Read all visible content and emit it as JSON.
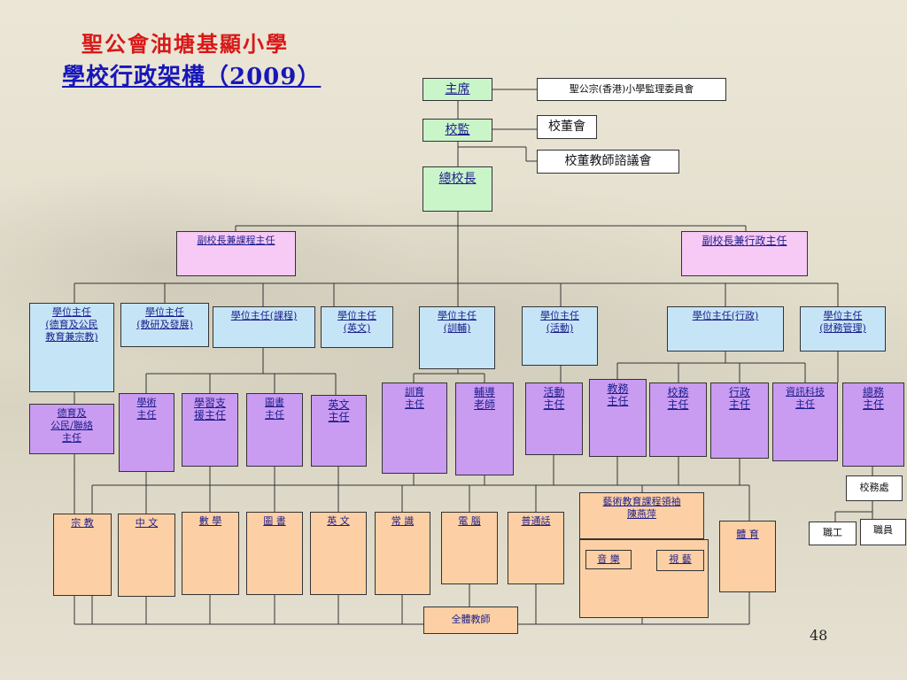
{
  "header": {
    "school_name": "聖公會油塘基顯小學",
    "chart_title": "學校行政架構（2009）"
  },
  "nodes": {
    "chairman": "主席",
    "supervisor_committee": "聖公宗(香港)小學監理委員會",
    "supervisor": "校監",
    "board": "校董會",
    "board_teacher_council": "校董教師諮議會",
    "principal": "總校長",
    "vp_curriculum": "副校長兼課程主任",
    "vp_admin": "副校長兼行政主任",
    "sub_moral": [
      "學位主任",
      "(德育及公民",
      "教育兼宗教)"
    ],
    "sub_research": [
      "學位主任",
      "(教研及發展)"
    ],
    "sub_curriculum": "學位主任(課程)",
    "sub_english": [
      "學位主任",
      "(英文)"
    ],
    "sub_guidance": [
      "學位主任",
      "(訓輔)"
    ],
    "sub_activity": [
      "學位主任",
      "(活動)"
    ],
    "sub_admin": "學位主任(行政)",
    "sub_finance": [
      "學位主任",
      "(財務管理)"
    ],
    "head_moral": [
      "德育及",
      "公民/聯絡",
      "主任"
    ],
    "head_academic": [
      "學術",
      "主任"
    ],
    "head_support": [
      "學習支",
      "援主任"
    ],
    "head_library": [
      "圖書",
      "主任"
    ],
    "head_english": [
      "英文",
      "主任"
    ],
    "head_discipline": [
      "訓育",
      "主任"
    ],
    "head_counsel": [
      "輔導",
      "老師"
    ],
    "head_activity": [
      "活動",
      "主任"
    ],
    "head_academic_affairs": [
      "教務",
      "主任"
    ],
    "head_school_affairs": [
      "校務",
      "主任"
    ],
    "head_administration": [
      "行政",
      "主任"
    ],
    "head_it": [
      "資訊科技",
      "主任"
    ],
    "head_general": [
      "總務",
      "主任"
    ],
    "school_office": "校務處",
    "worker": "職工",
    "clerk": "職員",
    "subj_religion": "宗 教",
    "subj_chinese": "中 文",
    "subj_math": "數 學",
    "subj_library": "圖 書",
    "subj_english": "英 文",
    "subj_general": "常 識",
    "subj_computer": "電 腦",
    "subj_putonghua": "普通話",
    "arts_leader": [
      "藝術教育課程領袖",
      "陳燕萍"
    ],
    "subj_music": "音 樂",
    "subj_visual_arts": "視 藝",
    "subj_pe": "體 育",
    "all_teachers": "全體教師"
  },
  "footer": {
    "page_number": "48"
  }
}
